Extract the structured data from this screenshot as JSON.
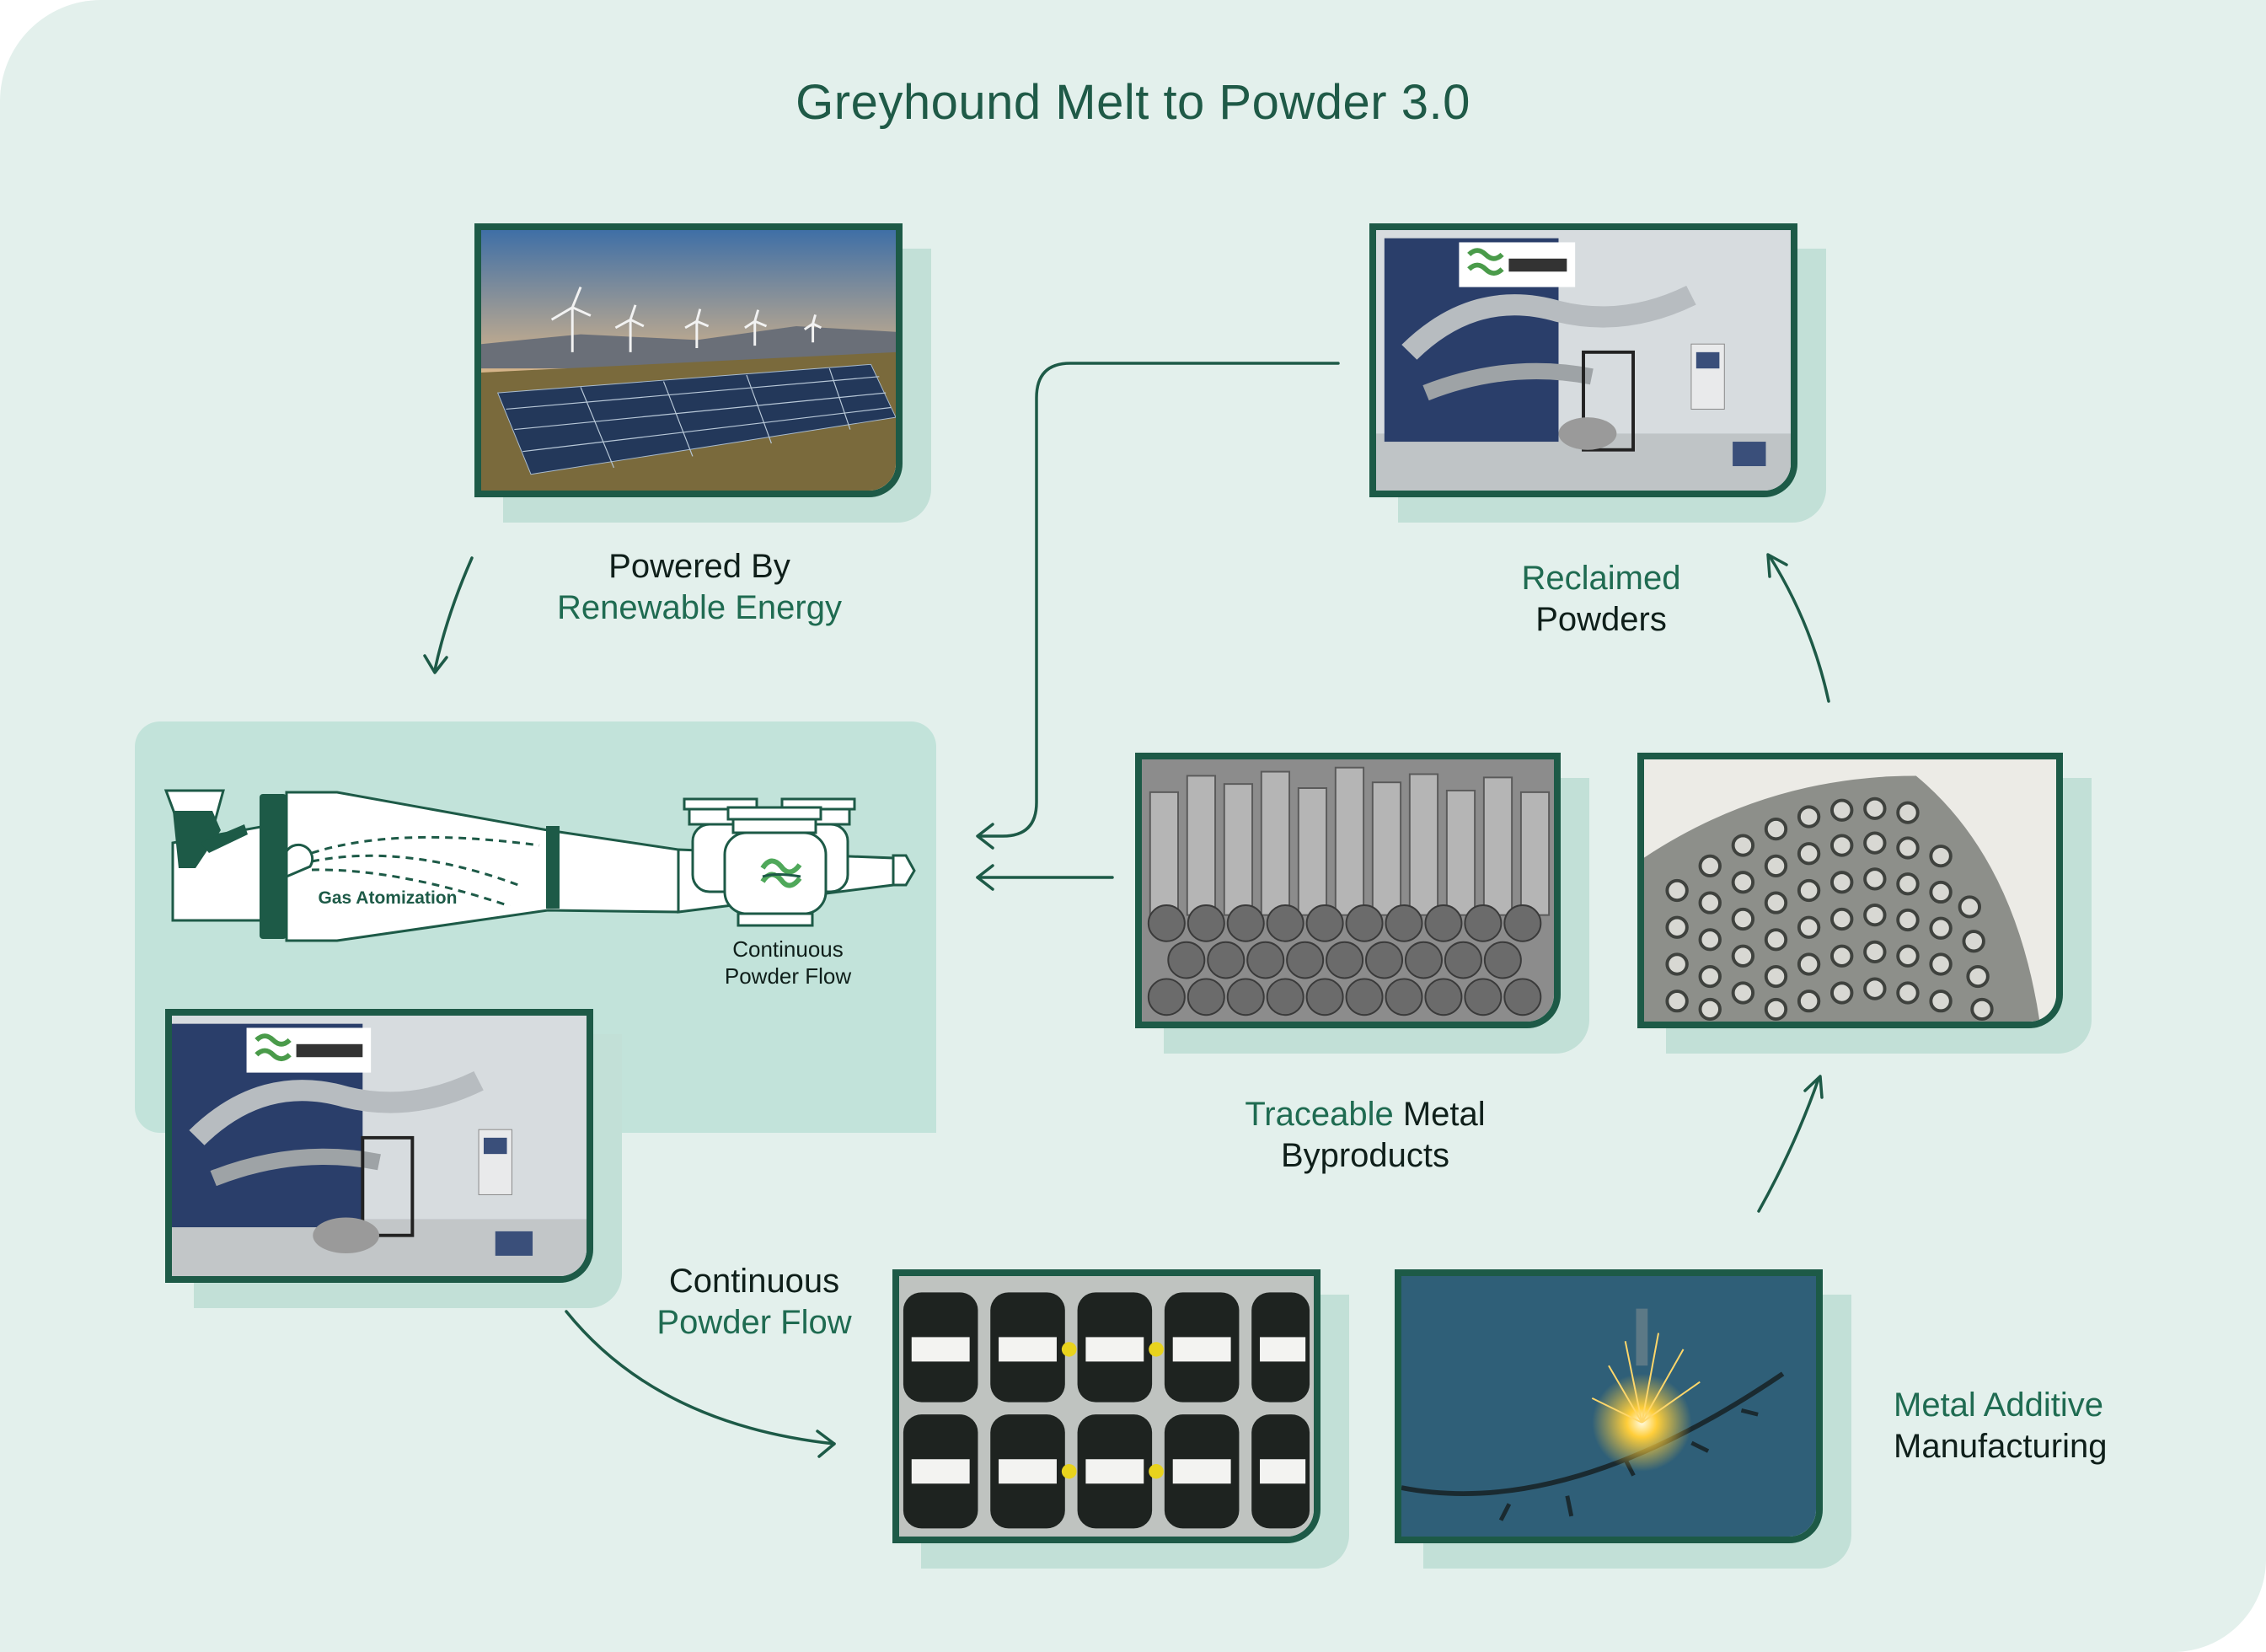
{
  "title": "Greyhound Melt to Powder 3.0",
  "labels": {
    "renewable_1": "Powered By",
    "renewable_2": "Renewable Energy",
    "reclaimed_1": "Reclaimed",
    "reclaimed_2": "Powders",
    "traceable_1": "Traceable",
    "traceable_2": " Metal",
    "traceable_3": "Byproducts",
    "continuous_1": "Continuous",
    "continuous_2": "Powder Flow",
    "additive_1": "Metal Additive",
    "additive_2": "Manufacturing"
  },
  "schematic": {
    "gas_atomization": "Gas Atomization",
    "flow_1": "Continuous",
    "flow_2": "Powder Flow"
  },
  "colors": {
    "background": "#e3f0ec",
    "dark_green": "#1d5a47",
    "accent_green": "#1f6b51",
    "shadow": "#c2e0d7"
  }
}
